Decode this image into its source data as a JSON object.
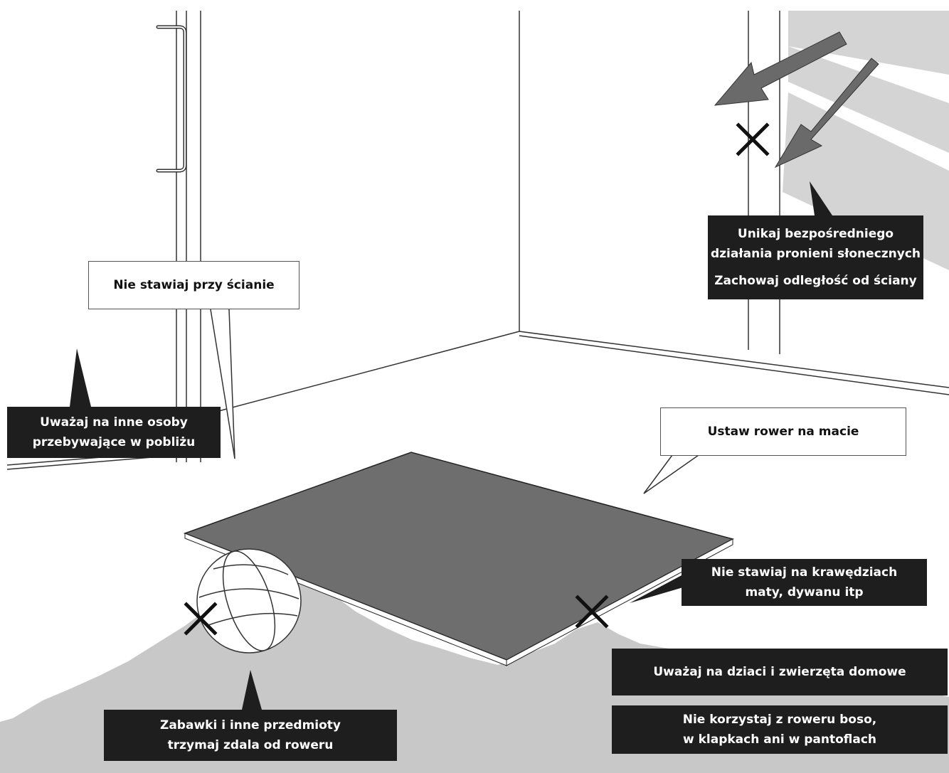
{
  "callouts": {
    "sunlight": {
      "line1": "Unikaj bezpośredniego",
      "line2": "działania pronieni słonecznych",
      "line3": "Zachowaj odległość od ściany"
    },
    "wall": {
      "text": "Nie stawiaj przy ścianie"
    },
    "people": {
      "line1": "Uważaj na inne osoby",
      "line2": "przebywające w pobliżu"
    },
    "mat": {
      "text": "Ustaw rower na macie"
    },
    "edges": {
      "line1": "Nie stawiaj na krawędziach",
      "line2": "maty, dywanu itp"
    },
    "children": {
      "text": "Uważaj na dziaci i zwierzęta domowe"
    },
    "toys": {
      "line1": "Zabawki i inne przedmioty",
      "line2": "trzymaj zdala od roweru"
    },
    "barefoot": {
      "line1": "Nie korzystaj z roweru boso,",
      "line2": "w klapkach ani w pantoflach"
    }
  },
  "colors": {
    "callout_dark": "#1e1e1e",
    "carpet": "#c8c8c8",
    "mat": "#6e6e6e",
    "sunlight_arrows": "#6a6a6a",
    "sun_rays": "#d4d4d4"
  }
}
